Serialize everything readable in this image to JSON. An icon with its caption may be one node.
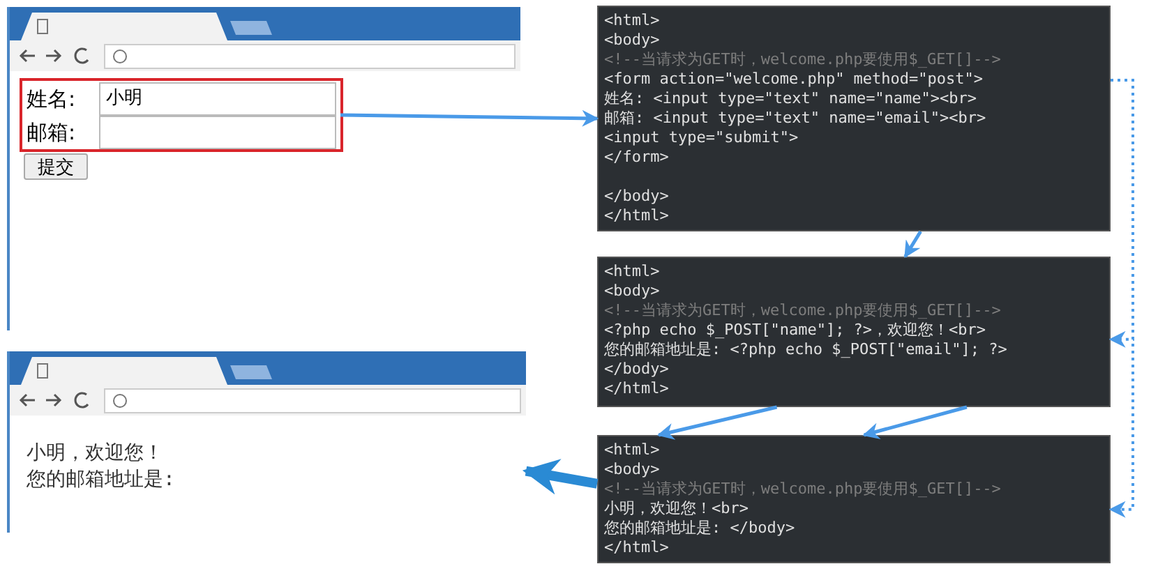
{
  "diagram": {
    "nodes": [
      {
        "text": [
          "姓名:",
          "小明",
          "邮箱:"
        ]
      },
      {
        "text": [
          "提交"
        ]
      },
      {
        "text": [
          "<html>",
          "<body>",
          "<!--当请求为GET时，welcome.php要使用$_GET[]-->",
          "<form action=\"welcome.php\" method=\"post\">",
          "姓名: <input type=\"text\" name=\"name\"><br>",
          "邮箱: <input type=\"text\" name=\"email\"><br>",
          "<input type=\"submit\">",
          "</form>",
          "</body>",
          "</html>"
        ]
      },
      {
        "text": [
          "<html>",
          "<body>",
          "<!--当请求为GET时，welcome.php要使用$_GET[]-->",
          "<?php echo $_POST[\"name\"]; ?>，欢迎您！<br>",
          "您的邮箱地址是: <?php echo $_POST[\"email\"]; ?>",
          "</body>",
          "</html>"
        ]
      },
      {
        "text": [
          "<html>",
          "<body>",
          "<!--当请求为GET时，welcome.php要使用$_GET[]-->",
          "小明，欢迎您！<br>",
          "您的邮箱地址是: </body>",
          "</html>"
        ]
      },
      {
        "text": [
          "小明，欢迎您！",
          "您的邮箱地址是:"
        ]
      }
    ],
    "edges": [
      {
        "from": 0,
        "to": 2,
        "arrow": "to"
      },
      {
        "from": 2,
        "to": 3,
        "arrow": "to"
      },
      {
        "from": 2,
        "to": 3,
        "arrow": "to",
        "style": "dashed"
      },
      {
        "from": 2,
        "to": 4,
        "arrow": "to",
        "style": "dashed"
      },
      {
        "from": 3,
        "to": 4,
        "arrow": "to"
      },
      {
        "from": 3,
        "to": 4,
        "arrow": "to"
      },
      {
        "from": 4,
        "to": 5,
        "arrow": "to",
        "style": "thick"
      }
    ]
  }
}
